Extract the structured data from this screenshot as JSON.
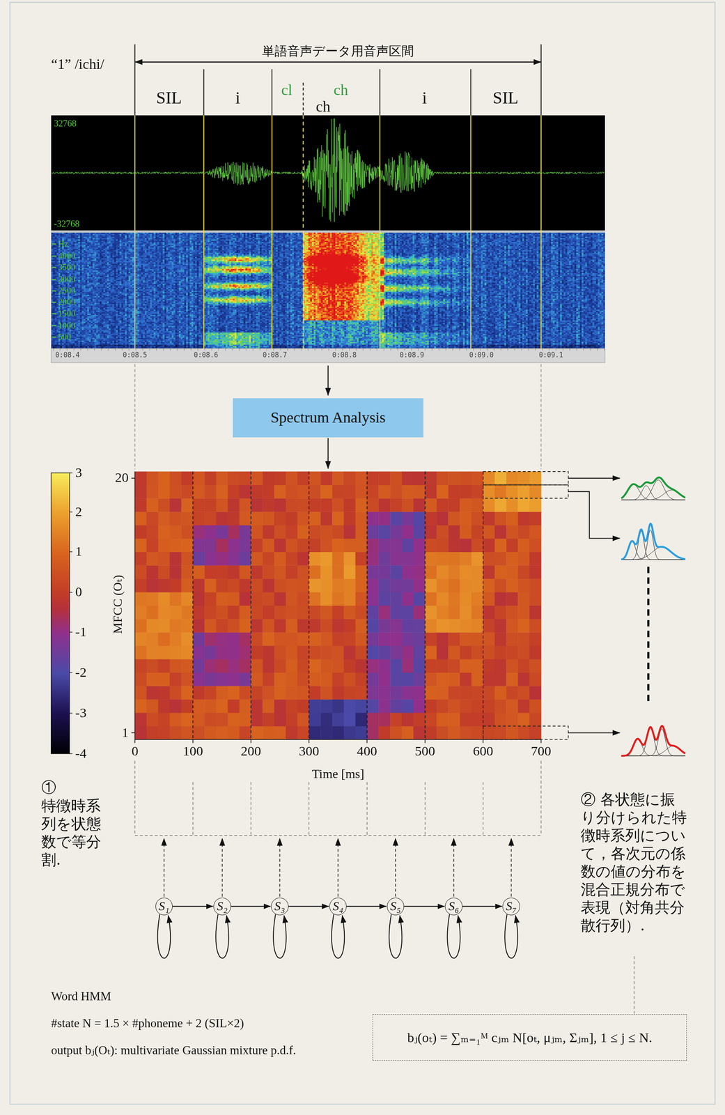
{
  "diagram": {
    "nodes": [
      {
        "text": [
          "Spectrum Analysis"
        ]
      },
      {
        "text": [
          "S₁"
        ]
      },
      {
        "text": [
          "S₂"
        ]
      },
      {
        "text": [
          "S₃"
        ]
      },
      {
        "text": [
          "S₄"
        ]
      },
      {
        "text": [
          "S₅"
        ]
      },
      {
        "text": [
          "S₆"
        ]
      },
      {
        "text": [
          "S₇"
        ]
      },
      {
        "text": [
          "bⱼ(oₜ) = ∑ₘ₌₁ᴹ cⱼₘ N[oₜ, μⱼₘ, Σⱼₘ],   1 ≤ j ≤ N."
        ]
      }
    ],
    "edges": [
      {
        "from": 1,
        "to": 2,
        "arrow": "to"
      },
      {
        "from": 2,
        "to": 3,
        "arrow": "to"
      },
      {
        "from": 3,
        "to": 4,
        "arrow": "to"
      },
      {
        "from": 4,
        "to": 5,
        "arrow": "to"
      },
      {
        "from": 5,
        "to": 6,
        "arrow": "to"
      },
      {
        "from": 6,
        "to": 7,
        "arrow": "to"
      }
    ],
    "labels": [
      "“1” /ichi/",
      "単語音声データ用音声区間",
      "SIL",
      "i",
      "cl",
      "ch",
      "ch",
      "i",
      "SIL",
      "32768",
      "-32768",
      "Hz",
      "4000",
      "3500",
      "3000",
      "2500",
      "2000",
      "1500",
      "1000",
      "500",
      "0:08.4",
      "0:08.5",
      "0:08.6",
      "0:08.7",
      "0:08.8",
      "0:08.9",
      "0:09.0",
      "0:09.1",
      "3",
      "2",
      "1",
      "0",
      "-1",
      "-2",
      "-3",
      "-4",
      "20",
      "1",
      "MFCC (Oₜ)",
      "0",
      "100",
      "200",
      "300",
      "400",
      "500",
      "600",
      "700",
      "Time [ms]",
      "①",
      "特徴時系列を状態数で等分割.",
      "② 各状態に振り分けられた特徴時系列について，各次元の係数の値の分布を混合正規分布で表現（対角共分散行列）.",
      "Word HMM",
      "#state N = 1.5 × #phoneme + 2 (SIL×2)",
      "output bⱼ(Oₜ): multivariate Gaussian mixture p.d.f."
    ]
  }
}
